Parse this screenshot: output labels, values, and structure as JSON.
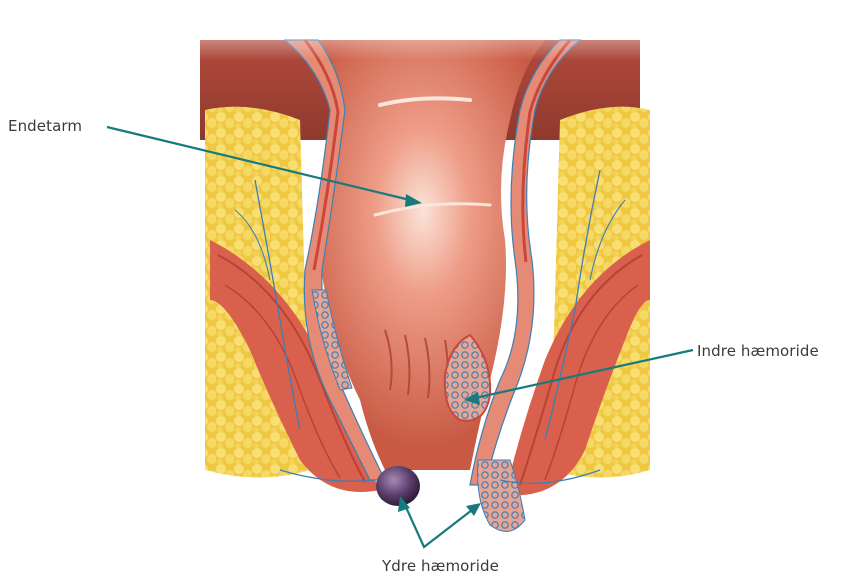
{
  "labels": {
    "rectum": "Endetarm",
    "internal_hemorrhoid": "Indre hæmoride",
    "external_hemorrhoid": "Ydre hæmoride"
  },
  "colors": {
    "fat": "#f2cf4a",
    "tissue": "#d9694f",
    "mucosa": "#e58a75",
    "muscle": "#c9473a",
    "vein": "#3d7fb5",
    "hemorrhoid_external": "#5a3d6b",
    "leader": "#177a7c"
  }
}
